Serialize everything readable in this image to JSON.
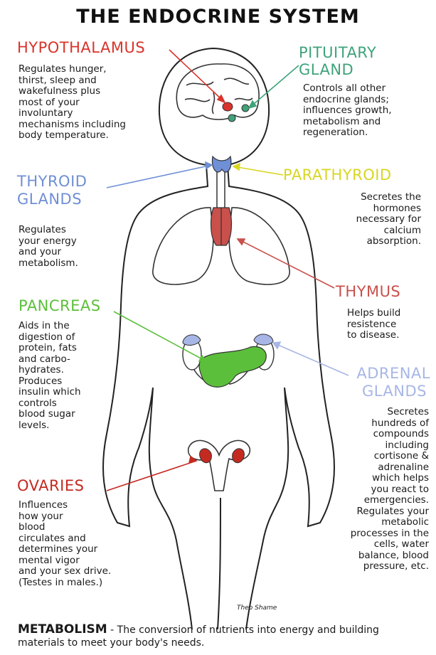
{
  "title": "THE ENDOCRINE SYSTEM",
  "colors": {
    "hypothalamus": "#d9342b",
    "pituitary": "#3fa37a",
    "thyroid": "#6f8fd6",
    "parathyroid": "#d8d623",
    "thymus": "#c9504b",
    "pancreas": "#5cbf3b",
    "adrenal": "#a7b6e6",
    "ovaries": "#c42a20"
  },
  "glands": {
    "hypothalamus": {
      "label": "HYPOTHALAMUS",
      "desc": "Regulates hunger,\nthirst, sleep and\nwakefulness plus\nmost of your\ninvoluntary\nmechanisms including\nbody temperature."
    },
    "pituitary": {
      "label_line1": "PITUITARY",
      "label_line2": "GLAND",
      "desc": "Controls all other\nendocrine glands;\ninfluences growth,\nmetabolism and\nregeneration."
    },
    "thyroid": {
      "label_line1": "THYROID",
      "label_line2": "GLANDS",
      "desc": "Regulates\nyour energy\nand your\nmetabolism."
    },
    "parathyroid": {
      "label": "PARATHYROID",
      "desc": "Secretes the\nhormones\nnecessary for\ncalcium\nabsorption."
    },
    "thymus": {
      "label": "THYMUS",
      "desc": "Helps build\nresistence\nto disease."
    },
    "pancreas": {
      "label": "PANCREAS",
      "desc": "Aids in the\ndigestion of\nprotein, fats\nand carbo-\nhydrates.\nProduces\ninsulin which\ncontrols\nblood sugar\nlevels."
    },
    "adrenal": {
      "label_line1": "ADRENAL",
      "label_line2": "GLANDS",
      "desc": "Secretes\nhundreds of\ncompounds\nincluding\ncortisone &\nadrenaline\nwhich helps\nyou react to\nemergencies.\nRegulates your\nmetabolic\nprocesses in the\ncells, water\nbalance, blood\npressure, etc."
    },
    "ovaries": {
      "label": "OVARIES",
      "desc": "Influences\nhow your\nblood\ncirculates and\ndetermines your\nmental vigor\nand your sex drive.\n(Testes in males.)"
    }
  },
  "signature": "Theo Shame",
  "footer": {
    "term": "METABOLISM",
    "definition": " - The conversion of nutrients into energy and building materials to meet your body's needs."
  }
}
